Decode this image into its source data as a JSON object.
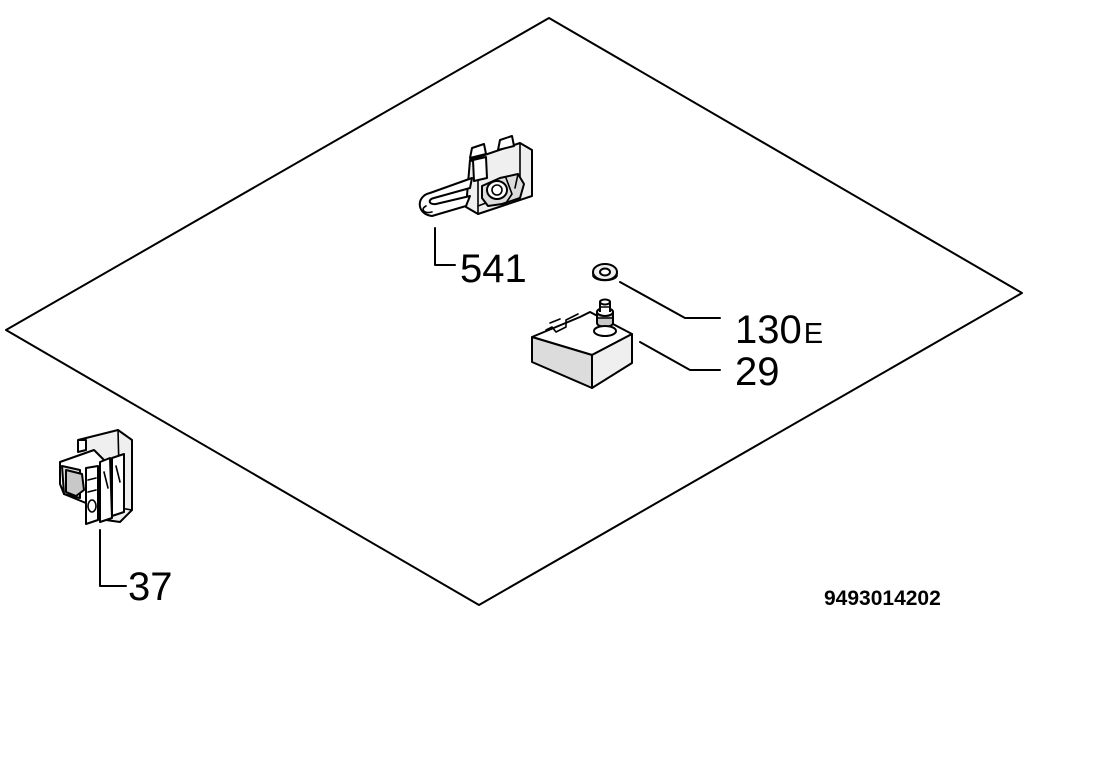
{
  "diagram": {
    "parts": [
      {
        "id": "part-541",
        "label": "541"
      },
      {
        "id": "part-130e",
        "label": "130",
        "suffix": "E"
      },
      {
        "id": "part-29",
        "label": "29"
      },
      {
        "id": "part-37",
        "label": "37"
      }
    ],
    "drawing_code": "9493014202"
  }
}
